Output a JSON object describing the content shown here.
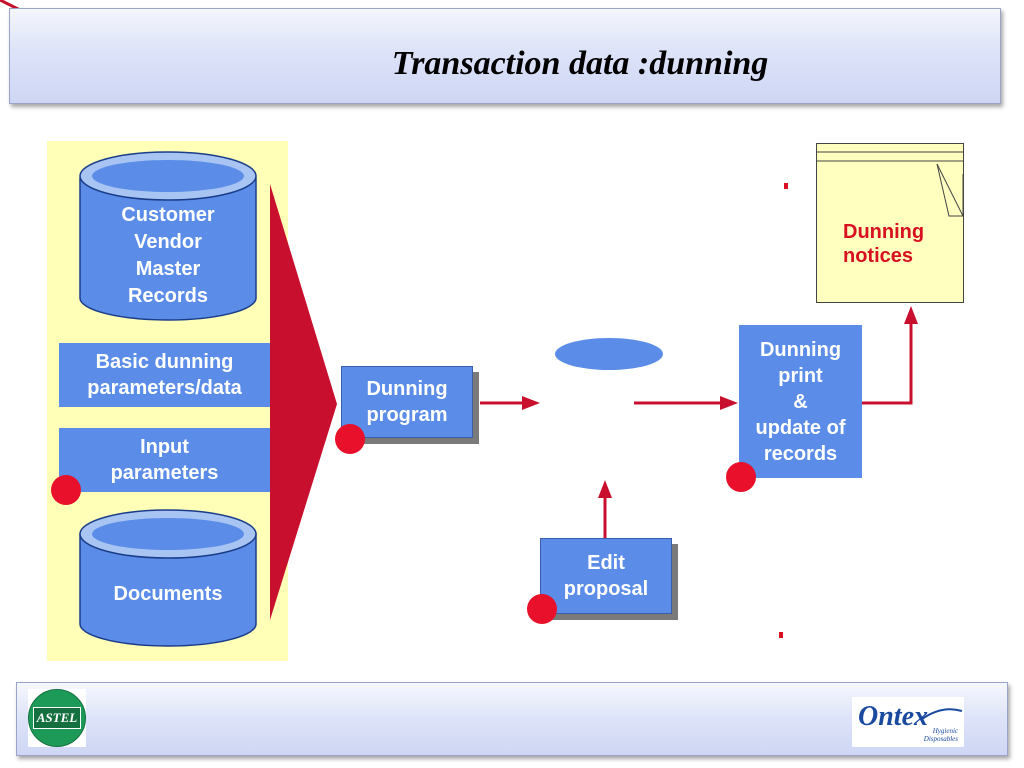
{
  "header": {
    "title": "Transaction data :dunning"
  },
  "data_panel": {
    "master_records": {
      "lines": [
        "Customer",
        "Vendor",
        "Master",
        "Records"
      ]
    },
    "basic_params": {
      "lines": [
        "Basic dunning",
        "parameters/data"
      ]
    },
    "input_params": {
      "lines": [
        "Input",
        "parameters"
      ]
    },
    "documents": {
      "label": "Documents"
    }
  },
  "process": {
    "dunning_program": {
      "lines": [
        "Dunning",
        "program"
      ]
    },
    "edit_proposal": {
      "lines": [
        "Edit",
        "proposal"
      ]
    },
    "dunning_print": {
      "lines": [
        "Dunning",
        "print",
        "&",
        "update of",
        "records"
      ]
    },
    "dunning_notices": {
      "lines": [
        "Dunning",
        "notices"
      ]
    }
  },
  "footer": {
    "left_logo": "ASTEL",
    "right_logo": "Ontex",
    "right_logo_sub": [
      "Hygienic",
      "Disposables"
    ]
  },
  "colors": {
    "box_blue": "#5b8de8",
    "arrow_red": "#c8102e",
    "dot_red": "#e8102a",
    "panel_yellow": "#ffffb8",
    "notice_text_red": "#d81020"
  }
}
